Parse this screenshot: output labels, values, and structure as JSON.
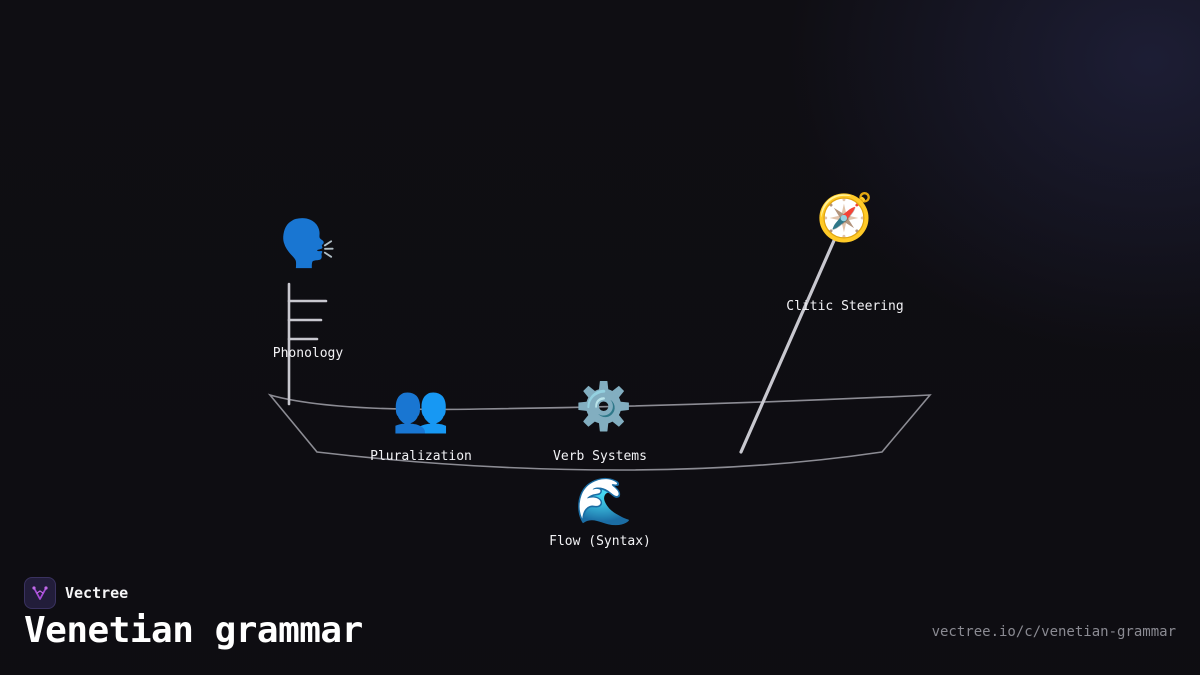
{
  "brand": {
    "name": "Vectree",
    "accent": "#a64bd8"
  },
  "page": {
    "title": "Venetian grammar",
    "url": "vectree.io/c/venetian-grammar"
  },
  "nodes": [
    {
      "id": "phonology",
      "label": "Phonology",
      "icon": "🗣️",
      "icon_name": "speaking-head-icon"
    },
    {
      "id": "clitic",
      "label": "Clitic Steering",
      "icon": "🧭",
      "icon_name": "compass-icon"
    },
    {
      "id": "plural",
      "label": "Pluralization",
      "icon": "👥",
      "icon_name": "people-icon"
    },
    {
      "id": "verb",
      "label": "Verb Systems",
      "icon": "⚙️",
      "icon_name": "gear-icon"
    },
    {
      "id": "flow",
      "label": "Flow (Syntax)",
      "icon": "🌊",
      "icon_name": "wave-icon"
    }
  ],
  "colors": {
    "background": "#0f0e13",
    "stroke": "#c8c8cf"
  }
}
